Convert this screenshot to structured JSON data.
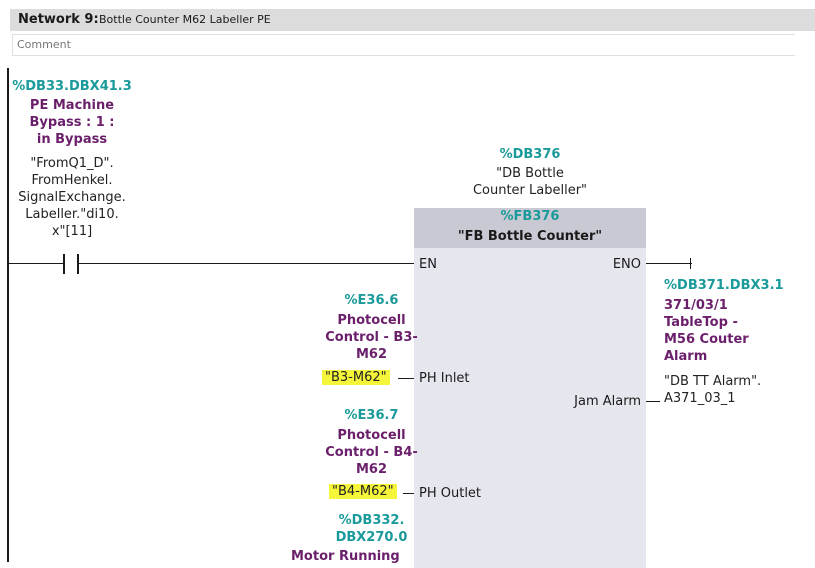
{
  "network": {
    "label": "Network 9:",
    "title": "Bottle Counter M62 Labeller  PE",
    "comment_placeholder": "Comment"
  },
  "contact": {
    "address": "%DB33.DBX41.3",
    "comment_lines": [
      "PE Machine",
      "Bypass : 1 :",
      "in Bypass"
    ],
    "tag_lines": [
      "\"FromQ1_D\".",
      "FromHenkel.",
      "SignalExchange.",
      "Labeller.\"di10.",
      "x\"[11]"
    ]
  },
  "instance_db": {
    "address": "%DB376",
    "name_lines": [
      "\"DB Bottle",
      "Counter Labeller\""
    ]
  },
  "function_block": {
    "address": "%FB376",
    "name": "\"FB Bottle Counter\"",
    "pins": {
      "en": "EN",
      "eno": "ENO",
      "ph_inlet": "PH Inlet",
      "ph_outlet": "PH Outlet",
      "jam_alarm": "Jam Alarm"
    }
  },
  "inlet_param": {
    "address": "%E36.6",
    "comment_lines": [
      "Photocell",
      "Control - B3-",
      "M62"
    ],
    "tag": "\"B3-M62\""
  },
  "outlet_param": {
    "address": "%E36.7",
    "comment_lines": [
      "Photocell",
      "Control - B4-",
      "M62"
    ],
    "tag": "\"B4-M62\""
  },
  "motor_param": {
    "address_lines": [
      "%DB332.",
      "DBX270.0"
    ],
    "comment": "Motor Running"
  },
  "jam_output": {
    "address": "%DB371.DBX3.1",
    "comment_lines": [
      "371/03/1",
      "TableTop -",
      "M56 Couter",
      "Alarm"
    ],
    "tag_lines": [
      "\"DB TT Alarm\".",
      "A371_03_1"
    ]
  },
  "colors": {
    "address": "#1a9a9a",
    "comment": "#6b1f6b",
    "highlight": "#f5f53a",
    "block": "#e6e6ee",
    "block_header": "#c9c9d3"
  }
}
